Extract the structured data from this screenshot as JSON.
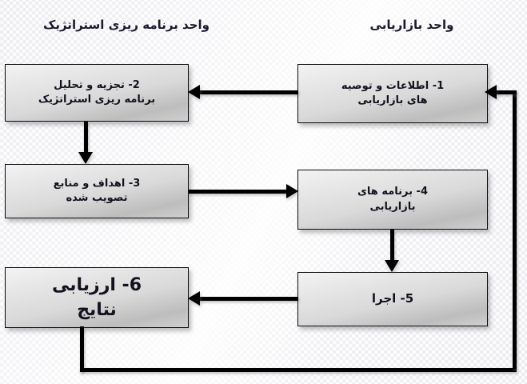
{
  "diagram": {
    "title_right": "واحد بازاریابی",
    "title_left": "واحد برنامه ریزی استراتژیک",
    "colors": {
      "box_border": "#0d0d0d",
      "box_fill_light": "#f3f3f3",
      "box_fill_dark": "#bdbdbd",
      "connector": "#000000",
      "text": "#13131f",
      "background": "#ffffff"
    },
    "nodes": [
      {
        "id": "node-1",
        "number": "1",
        "label": "1-  اطلاعات و توصیه\nهای بازاریابی",
        "column": "marketing"
      },
      {
        "id": "node-2",
        "number": "2",
        "label": "2- تجزیه و تحلیل\nبرنامه ریزی استراتژیک",
        "column": "strategic-planning"
      },
      {
        "id": "node-3",
        "number": "3",
        "label": "3-  اهداف و منابع\nتصویب شده",
        "column": "strategic-planning"
      },
      {
        "id": "node-4",
        "number": "4",
        "label": "4- برنامه های\nبازاریابی",
        "column": "marketing"
      },
      {
        "id": "node-5",
        "number": "5",
        "label": "5-  اجرا",
        "column": "marketing"
      },
      {
        "id": "node-6",
        "number": "6",
        "label": "6-  ارزیابی\nنتایج",
        "column": "strategic-planning"
      }
    ],
    "edges": [
      {
        "id": "edge-1-to-2",
        "from": "node-1",
        "to": "node-2",
        "direction": "left"
      },
      {
        "id": "edge-2-to-3",
        "from": "node-2",
        "to": "node-3",
        "direction": "down"
      },
      {
        "id": "edge-3-to-4",
        "from": "node-3",
        "to": "node-4",
        "direction": "right"
      },
      {
        "id": "edge-4-to-5",
        "from": "node-4",
        "to": "node-5",
        "direction": "down"
      },
      {
        "id": "edge-5-to-6",
        "from": "node-5",
        "to": "node-6",
        "direction": "left"
      },
      {
        "id": "edge-6-to-1",
        "from": "node-6",
        "to": "node-1",
        "direction": "feedback-loop"
      }
    ]
  }
}
